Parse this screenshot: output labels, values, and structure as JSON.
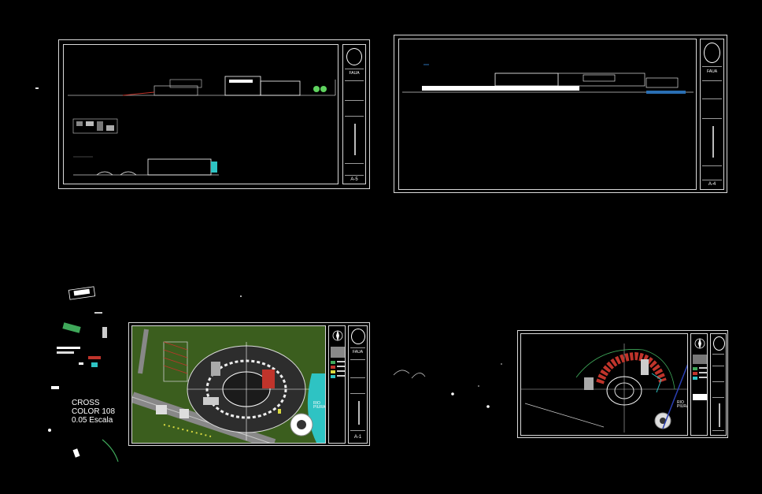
{
  "sheets": {
    "a5": {
      "number": "A-5",
      "title": "FAUA"
    },
    "a4": {
      "number": "A-4",
      "title": "FAUA"
    },
    "a1": {
      "number": "A-1",
      "title": "FAUA",
      "river_label": "RIO PIURA"
    },
    "a2": {
      "river_label": "RIO PIURA"
    }
  },
  "annotation": {
    "line1": "CROSS",
    "line2": "COLOR 108",
    "line3": "0.05 Escala"
  },
  "colors": {
    "background": "#000000",
    "frame": "#d9d9d9",
    "site_green": "#3b5e1e",
    "river_cyan": "#2ec3c3",
    "accent_red": "#c0342b",
    "accent_yellow": "#d8d840"
  }
}
